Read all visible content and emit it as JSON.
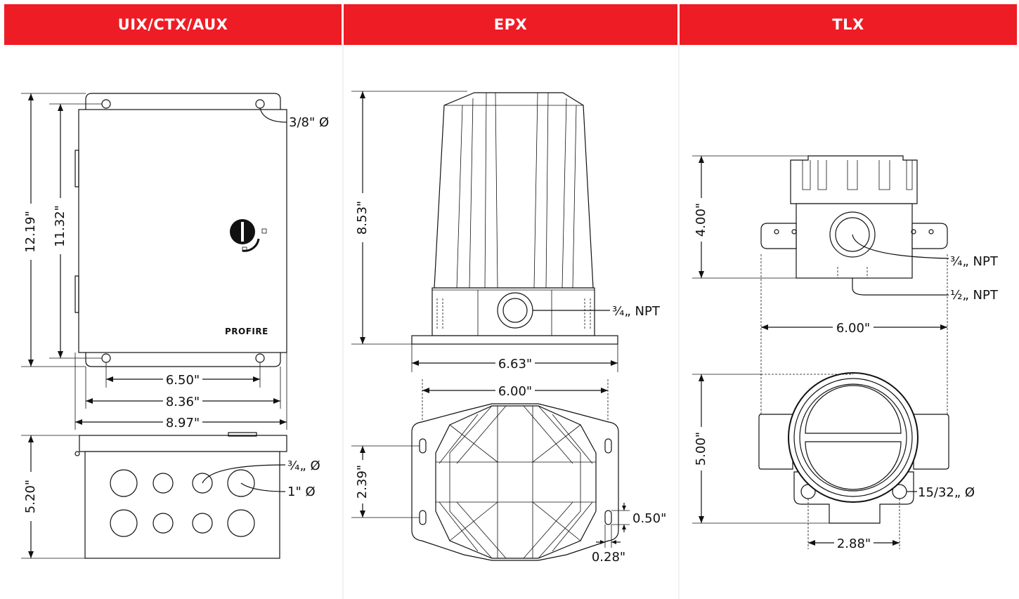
{
  "headers": {
    "col1": "UIX/CTX/AUX",
    "col2": "EPX",
    "col3": "TLX"
  },
  "uix": {
    "height_outer": "12.19\"",
    "height_inner": "11.32\"",
    "hole_dia": "3/8\" Ø",
    "width_holes": "6.50\"",
    "width_body": "8.36\"",
    "width_overall": "8.97\"",
    "depth": "5.20\"",
    "knockout_small": "¾„ Ø",
    "knockout_large": "1\" Ø",
    "brand": "PROFIRE"
  },
  "epx": {
    "height": "8.53\"",
    "conduit": "¾„ NPT",
    "width_base": "6.63\"",
    "width_holes": "6.00\"",
    "hole_spacing": "2.39\"",
    "slot_length": "0.50\"",
    "slot_width": "0.28\""
  },
  "tlx": {
    "height_top": "4.00\"",
    "conduit_34": "¾„ NPT",
    "conduit_12": "½„ NPT",
    "width": "6.00\"",
    "height_front": "5.00\"",
    "hole_dia": "15/32„ Ø",
    "hole_spacing": "2.88\""
  }
}
